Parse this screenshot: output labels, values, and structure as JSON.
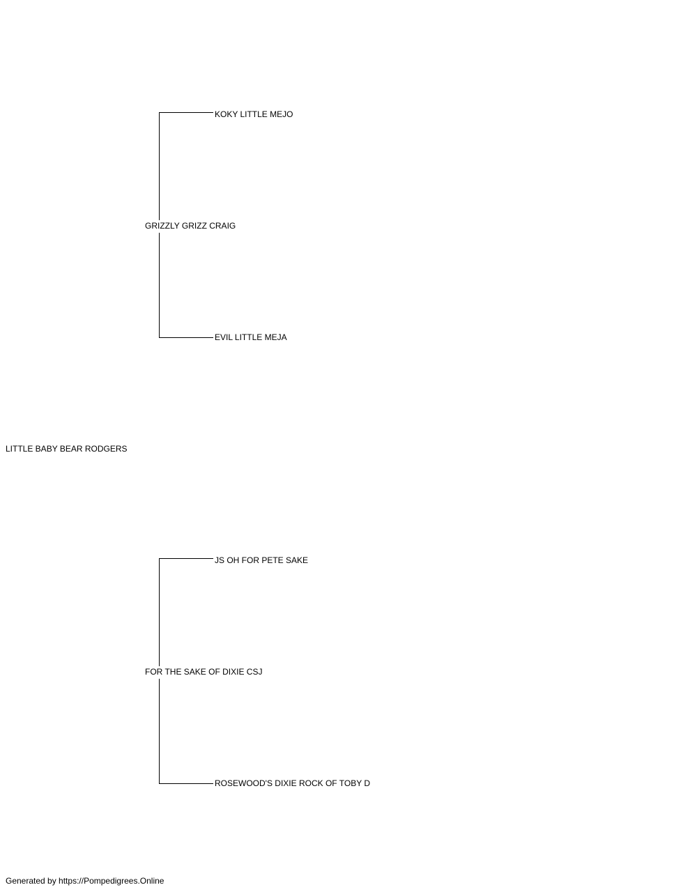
{
  "pedigree": {
    "subject": "LITTLE BABY BEAR RODGERS",
    "sire": {
      "name": "GRIZZLY GRIZZ CRAIG",
      "sire": "KOKY LITTLE MEJO",
      "dam": "EVIL LITTLE MEJA"
    },
    "dam": {
      "name": "FOR THE SAKE OF DIXIE CSJ",
      "sire": "JS OH FOR PETE SAKE",
      "dam": "ROSEWOOD'S DIXIE ROCK OF TOBY D"
    }
  },
  "footer": {
    "text": "Generated by https://Pompedigrees.Online"
  }
}
